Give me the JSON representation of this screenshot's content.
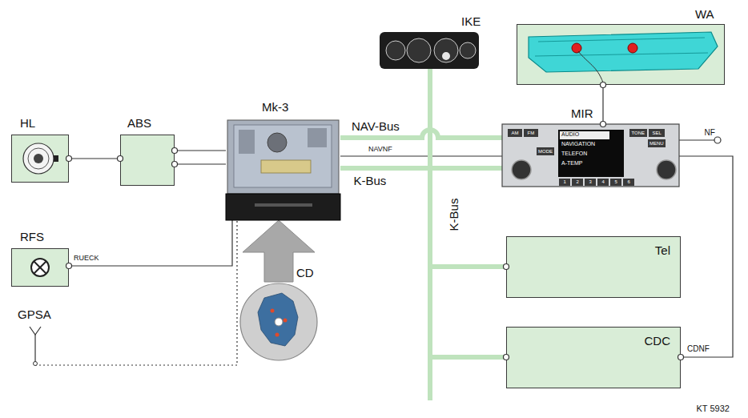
{
  "diagram": {
    "nodes": [
      {
        "text": [
          "HL"
        ]
      },
      {
        "text": [
          "ABS"
        ]
      },
      {
        "text": [
          "Mk-3"
        ]
      },
      {
        "text": [
          "IKE"
        ]
      },
      {
        "text": [
          "WA"
        ]
      },
      {
        "text": [
          "MIR"
        ]
      },
      {
        "text": [
          "Tel"
        ]
      },
      {
        "text": [
          "RFS"
        ]
      },
      {
        "text": [
          "CD"
        ]
      },
      {
        "text": [
          "GPSA"
        ]
      },
      {
        "text": [
          "CDC"
        ]
      }
    ],
    "edges": [
      {
        "from": 0,
        "to": 1,
        "arrow": "none"
      },
      {
        "from": 1,
        "to": 2,
        "arrow": "none"
      },
      {
        "from": 1,
        "to": 2,
        "arrow": "none"
      },
      {
        "from": 2,
        "to": 5,
        "label": "NAV-Bus",
        "arrow": "none"
      },
      {
        "from": 2,
        "to": 5,
        "label": "NAVNF",
        "arrow": "none"
      },
      {
        "from": 2,
        "to": 5,
        "label": "K-Bus",
        "arrow": "none"
      },
      {
        "from": 3,
        "to": 6,
        "label": "K-Bus",
        "arrow": "none"
      },
      {
        "from": 3,
        "to": 10,
        "arrow": "none"
      },
      {
        "from": 4,
        "to": 5,
        "arrow": "none"
      },
      {
        "from": 5,
        "to": 10,
        "label": "CDNF",
        "arrow": "none"
      },
      {
        "from": 7,
        "to": 2,
        "label": "RUECK",
        "arrow": "none"
      },
      {
        "from": 9,
        "to": 2,
        "arrow": "none"
      },
      {
        "from": 8,
        "to": 2,
        "arrow": "to"
      }
    ],
    "labels": [
      "AUDIO",
      "NAVIGATION",
      "TELEFON",
      "A-TEMP",
      "AM",
      "FM",
      "MODE",
      "TONE",
      "SEL",
      "MENU",
      "1",
      "2",
      "3",
      "4",
      "5",
      "6",
      "NF",
      "KT 5932"
    ]
  }
}
